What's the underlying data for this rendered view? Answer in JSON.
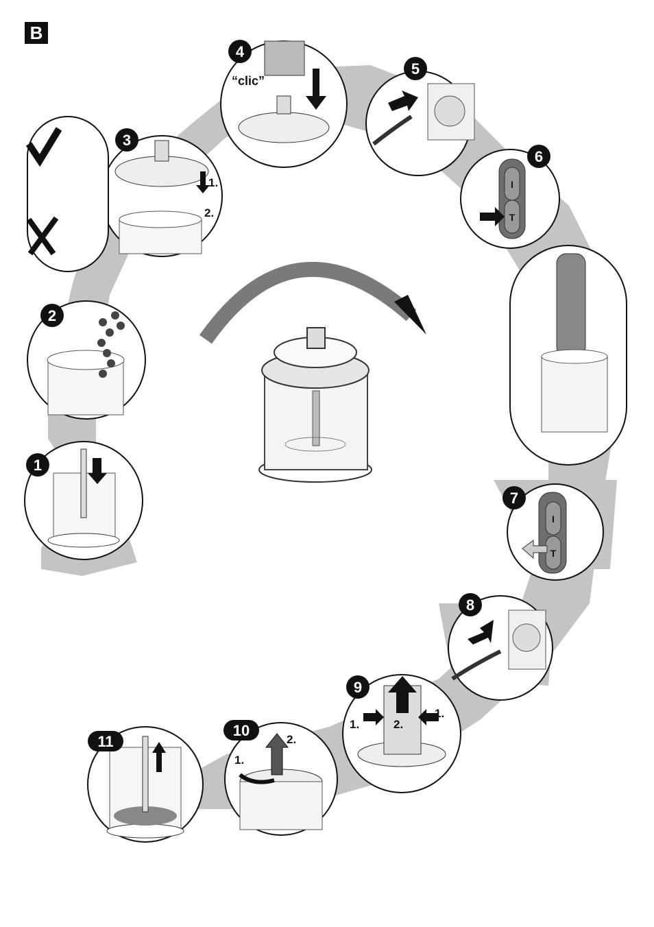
{
  "section_label": "B",
  "colors": {
    "band": "#c4c4c4",
    "ink": "#111111",
    "button_gray": "#6e6e6e",
    "appliance_dark": "#555555"
  },
  "steps": [
    {
      "number": "1"
    },
    {
      "number": "2"
    },
    {
      "number": "3",
      "labels": [
        "1.",
        "2."
      ]
    },
    {
      "number": "4",
      "labels": [
        "“clic”"
      ]
    },
    {
      "number": "5"
    },
    {
      "number": "6"
    },
    {
      "number": "7"
    },
    {
      "number": "8"
    },
    {
      "number": "9",
      "labels": [
        "1.",
        "1.",
        "2."
      ]
    },
    {
      "number": "10",
      "labels": [
        "1.",
        "2."
      ]
    },
    {
      "number": "11"
    }
  ],
  "button_symbols": {
    "top": "I",
    "bottom": "T"
  }
}
